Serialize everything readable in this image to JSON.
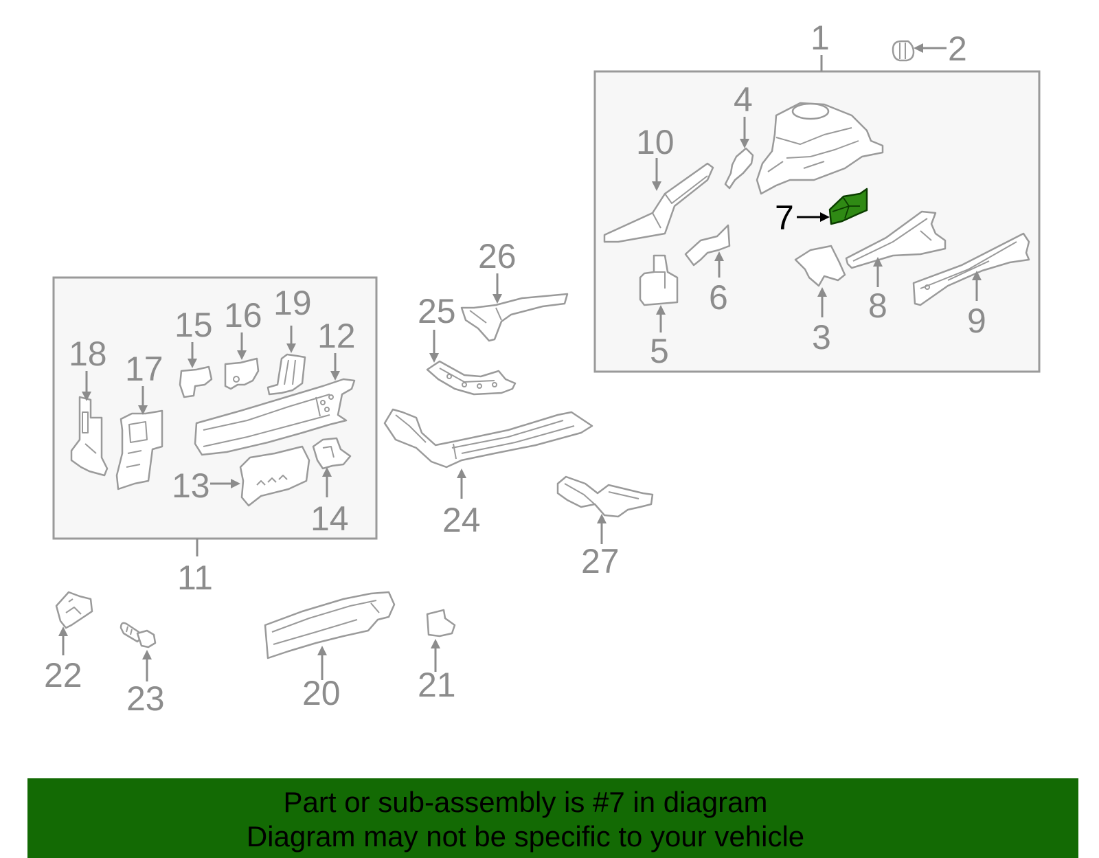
{
  "callouts": {
    "c1": "1",
    "c2": "2",
    "c3": "3",
    "c4": "4",
    "c5": "5",
    "c6": "6",
    "c7": "7",
    "c8": "8",
    "c9": "9",
    "c10": "10",
    "c11": "11",
    "c12": "12",
    "c13": "13",
    "c14": "14",
    "c15": "15",
    "c16": "16",
    "c17": "17",
    "c18": "18",
    "c19": "19",
    "c20": "20",
    "c21": "21",
    "c22": "22",
    "c23": "23",
    "c24": "24",
    "c25": "25",
    "c26": "26",
    "c27": "27"
  },
  "highlight": {
    "part": "7",
    "color": "#2f8a14"
  },
  "banner": {
    "line1": "Part or sub-assembly is #7 in diagram",
    "line2": "Diagram may not be specific to your vehicle",
    "background": "#136a04"
  }
}
